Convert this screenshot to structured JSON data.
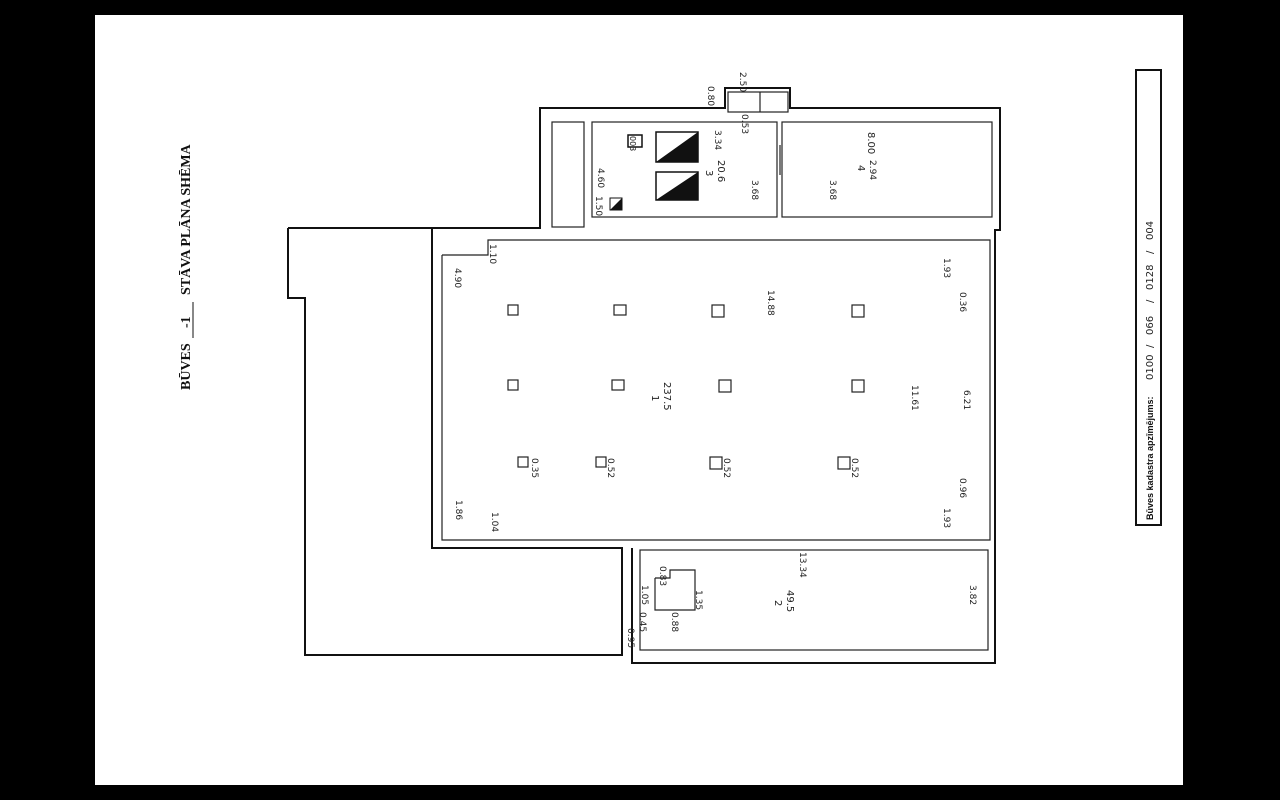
{
  "title": {
    "prefix": "BŪVES",
    "floor": "-1",
    "suffix": "STĀVA PLĀNA SHĒMA"
  },
  "cadastral": {
    "label": "Būves kadastra apzīmējums:",
    "parts": [
      "0100",
      "066",
      "0128",
      "004"
    ],
    "separator": "/"
  },
  "rooms": [
    {
      "number": "1",
      "area": "237.5"
    },
    {
      "number": "2",
      "area": "49.5"
    },
    {
      "number": "3",
      "area": "20.6"
    },
    {
      "number": "4",
      "area": "8.00"
    }
  ],
  "tag": "003",
  "dimensions": [
    "2.50",
    "0.80",
    "0.53",
    "3.34",
    "4.60",
    "1.50",
    "3.68",
    "3.68",
    "2.94",
    "1.10",
    "4.90",
    "1.93",
    "0.36",
    "14.88",
    "11.61",
    "6.21",
    "1.93",
    "0.96",
    "1.04",
    "1.86",
    "0.35",
    "0.52",
    "0.52",
    "0.52",
    "13.34",
    "3.82",
    "0.83",
    "1.35",
    "1.05",
    "0.95",
    "0.45",
    "0.88"
  ]
}
